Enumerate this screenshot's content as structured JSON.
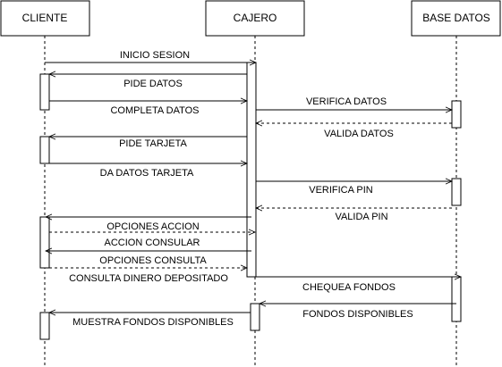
{
  "participants": [
    {
      "id": "cliente",
      "label": "CLIENTE"
    },
    {
      "id": "cajero",
      "label": "CAJERO"
    },
    {
      "id": "base",
      "label": "BASE DATOS"
    }
  ],
  "messages": [
    {
      "label": "INICIO SESION",
      "from": "cliente",
      "to": "cajero",
      "style": "solid"
    },
    {
      "label": "PIDE DATOS",
      "from": "cajero",
      "to": "cliente",
      "style": "solid"
    },
    {
      "label": "COMPLETA DATOS",
      "from": "cliente",
      "to": "cajero",
      "style": "solid"
    },
    {
      "label": "VERIFICA DATOS",
      "from": "cajero",
      "to": "base",
      "style": "solid"
    },
    {
      "label": "VALIDA DATOS",
      "from": "base",
      "to": "cajero",
      "style": "dashed"
    },
    {
      "label": "PIDE TARJETA",
      "from": "cajero",
      "to": "cliente",
      "style": "solid"
    },
    {
      "label": "DA DATOS TARJETA",
      "from": "cliente",
      "to": "cajero",
      "style": "solid"
    },
    {
      "label": "VERIFICA PIN",
      "from": "cajero",
      "to": "base",
      "style": "solid"
    },
    {
      "label": "VALIDA PIN",
      "from": "base",
      "to": "cajero",
      "style": "dashed"
    },
    {
      "label": "OPCIONES ACCION",
      "from": "cajero",
      "to": "cliente",
      "style": "solid"
    },
    {
      "label": "ACCION CONSULAR",
      "from": "cliente",
      "to": "cajero",
      "style": "dashed"
    },
    {
      "label": "OPCIONES CONSULTA",
      "from": "cajero",
      "to": "cliente",
      "style": "solid"
    },
    {
      "label": "CONSULTA DINERO DEPOSITADO",
      "from": "cliente",
      "to": "cajero",
      "style": "dashed"
    },
    {
      "label": "CHEQUEA FONDOS",
      "from": "cajero",
      "to": "base",
      "style": "solid"
    },
    {
      "label": "FONDOS DISPONIBLES",
      "from": "base",
      "to": "cajero",
      "style": "solid"
    },
    {
      "label": "MUESTRA FONDOS DISPONIBLES",
      "from": "cajero",
      "to": "cliente",
      "style": "solid"
    }
  ]
}
